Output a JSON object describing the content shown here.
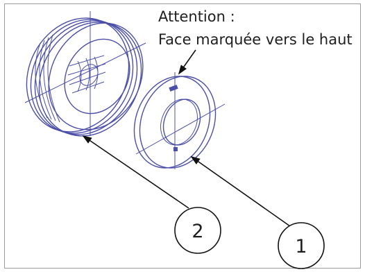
{
  "note": {
    "line1": "Attention :",
    "line2": "Face marquée vers le haut"
  },
  "callouts": [
    {
      "number": "2",
      "icon": "circled-number"
    },
    {
      "number": "1",
      "icon": "circled-number"
    }
  ],
  "colors": {
    "drawing_ink": "#4b4fa8",
    "leader_lines": "#111111",
    "frame_border": "#9a9a9a",
    "background": "#ffffff"
  }
}
